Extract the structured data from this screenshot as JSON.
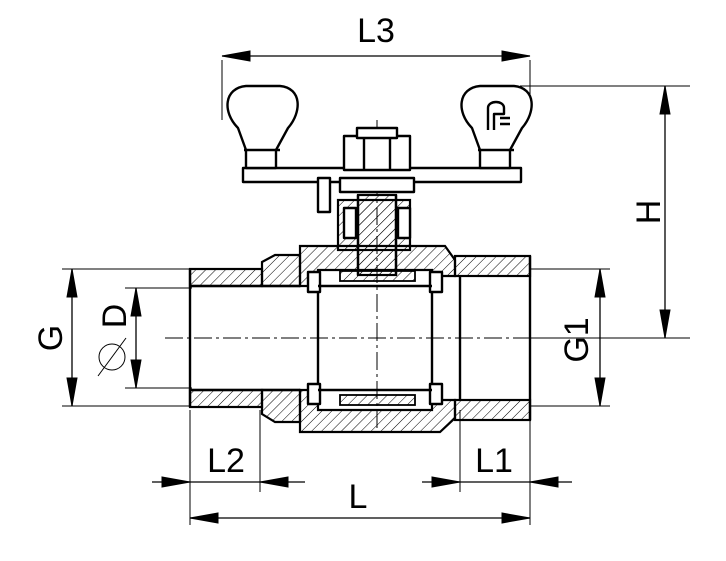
{
  "labels": {
    "l3": "L3",
    "h": "H",
    "g": "G",
    "d": "D",
    "g1": "G1",
    "l2": "L2",
    "l1": "L1",
    "l": "L"
  }
}
